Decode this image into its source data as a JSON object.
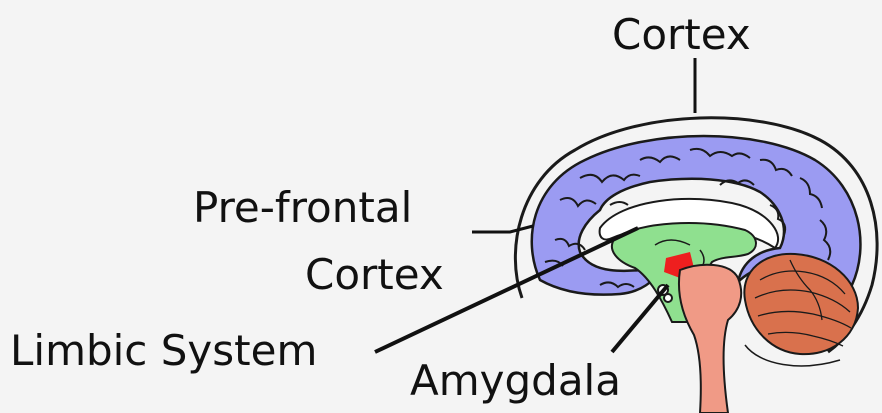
{
  "labels": {
    "cortex": "Cortex",
    "prefrontal_line1": "Pre-frontal",
    "prefrontal_line2": "Cortex",
    "limbic_system": "Limbic System",
    "amygdala": "Amygdala"
  },
  "colors": {
    "background": "#f4f4f4",
    "cortex": "#9b9bf2",
    "limbic": "#8fe08f",
    "amygdala": "#ee1f1f",
    "brainstem": "#f09a86",
    "cerebellum": "#d9714d",
    "outline": "#1a1a1a"
  }
}
